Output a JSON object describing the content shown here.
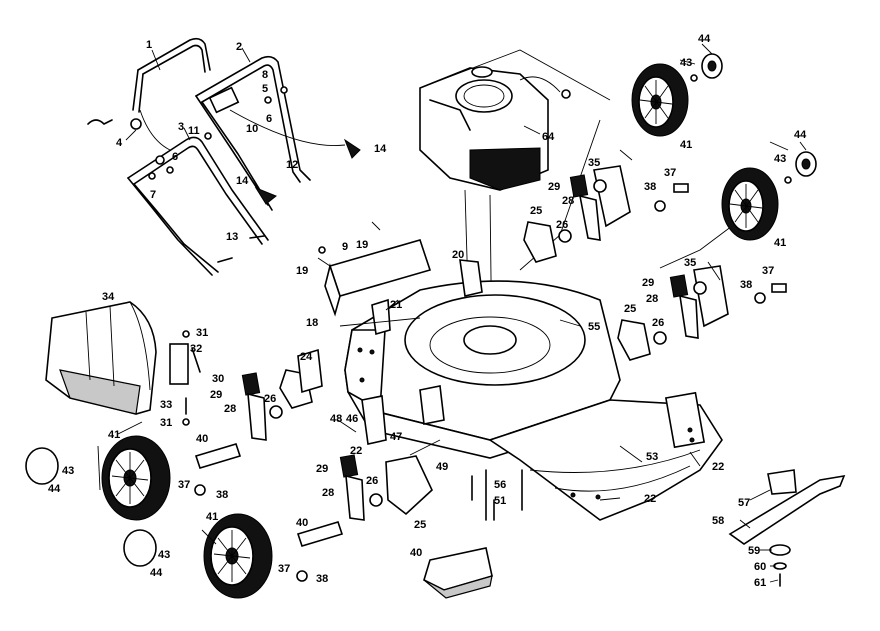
{
  "callouts": [
    {
      "id": "c1",
      "t": "1"
    },
    {
      "id": "c2",
      "t": "2"
    },
    {
      "id": "c3",
      "t": "3"
    },
    {
      "id": "c4",
      "t": "4"
    },
    {
      "id": "c5",
      "t": "5"
    },
    {
      "id": "c6a",
      "t": "6"
    },
    {
      "id": "c6b",
      "t": "6"
    },
    {
      "id": "c7",
      "t": "7"
    },
    {
      "id": "c8",
      "t": "8"
    },
    {
      "id": "c9",
      "t": "9"
    },
    {
      "id": "c10",
      "t": "10"
    },
    {
      "id": "c11",
      "t": "11"
    },
    {
      "id": "c12",
      "t": "12"
    },
    {
      "id": "c13",
      "t": "13"
    },
    {
      "id": "c14a",
      "t": "14"
    },
    {
      "id": "c14b",
      "t": "14"
    },
    {
      "id": "c18",
      "t": "18"
    },
    {
      "id": "c19a",
      "t": "19"
    },
    {
      "id": "c19b",
      "t": "19"
    },
    {
      "id": "c20",
      "t": "20"
    },
    {
      "id": "c21",
      "t": "21"
    },
    {
      "id": "c22a",
      "t": "22"
    },
    {
      "id": "c22b",
      "t": "22"
    },
    {
      "id": "c22c",
      "t": "22"
    },
    {
      "id": "c24",
      "t": "24"
    },
    {
      "id": "c25a",
      "t": "25"
    },
    {
      "id": "c25b",
      "t": "25"
    },
    {
      "id": "c25c",
      "t": "25"
    },
    {
      "id": "c26a",
      "t": "26"
    },
    {
      "id": "c26b",
      "t": "26"
    },
    {
      "id": "c26c",
      "t": "26"
    },
    {
      "id": "c26d",
      "t": "26"
    },
    {
      "id": "c28a",
      "t": "28"
    },
    {
      "id": "c28b",
      "t": "28"
    },
    {
      "id": "c28c",
      "t": "28"
    },
    {
      "id": "c28d",
      "t": "28"
    },
    {
      "id": "c29a",
      "t": "29"
    },
    {
      "id": "c29b",
      "t": "29"
    },
    {
      "id": "c29c",
      "t": "29"
    },
    {
      "id": "c29d",
      "t": "29"
    },
    {
      "id": "c30",
      "t": "30"
    },
    {
      "id": "c31a",
      "t": "31"
    },
    {
      "id": "c31b",
      "t": "31"
    },
    {
      "id": "c32",
      "t": "32"
    },
    {
      "id": "c33",
      "t": "33"
    },
    {
      "id": "c34",
      "t": "34"
    },
    {
      "id": "c35a",
      "t": "35"
    },
    {
      "id": "c35b",
      "t": "35"
    },
    {
      "id": "c37a",
      "t": "37"
    },
    {
      "id": "c37b",
      "t": "37"
    },
    {
      "id": "c37c",
      "t": "37"
    },
    {
      "id": "c37d",
      "t": "37"
    },
    {
      "id": "c38a",
      "t": "38"
    },
    {
      "id": "c38b",
      "t": "38"
    },
    {
      "id": "c38c",
      "t": "38"
    },
    {
      "id": "c38d",
      "t": "38"
    },
    {
      "id": "c40a",
      "t": "40"
    },
    {
      "id": "c40b",
      "t": "40"
    },
    {
      "id": "c40c",
      "t": "40"
    },
    {
      "id": "c41a",
      "t": "41"
    },
    {
      "id": "c41b",
      "t": "41"
    },
    {
      "id": "c41c",
      "t": "41"
    },
    {
      "id": "c41d",
      "t": "41"
    },
    {
      "id": "c43a",
      "t": "43"
    },
    {
      "id": "c43b",
      "t": "43"
    },
    {
      "id": "c43c",
      "t": "43"
    },
    {
      "id": "c43d",
      "t": "43"
    },
    {
      "id": "c44a",
      "t": "44"
    },
    {
      "id": "c44b",
      "t": "44"
    },
    {
      "id": "c44c",
      "t": "44"
    },
    {
      "id": "c44d",
      "t": "44"
    },
    {
      "id": "c46",
      "t": "46"
    },
    {
      "id": "c47",
      "t": "47"
    },
    {
      "id": "c48",
      "t": "48"
    },
    {
      "id": "c49",
      "t": "49"
    },
    {
      "id": "c51",
      "t": "51"
    },
    {
      "id": "c53",
      "t": "53"
    },
    {
      "id": "c55",
      "t": "55"
    },
    {
      "id": "c56",
      "t": "56"
    },
    {
      "id": "c57",
      "t": "57"
    },
    {
      "id": "c58",
      "t": "58"
    },
    {
      "id": "c59",
      "t": "59"
    },
    {
      "id": "c60",
      "t": "60"
    },
    {
      "id": "c61",
      "t": "61"
    },
    {
      "id": "c64",
      "t": "64"
    }
  ]
}
